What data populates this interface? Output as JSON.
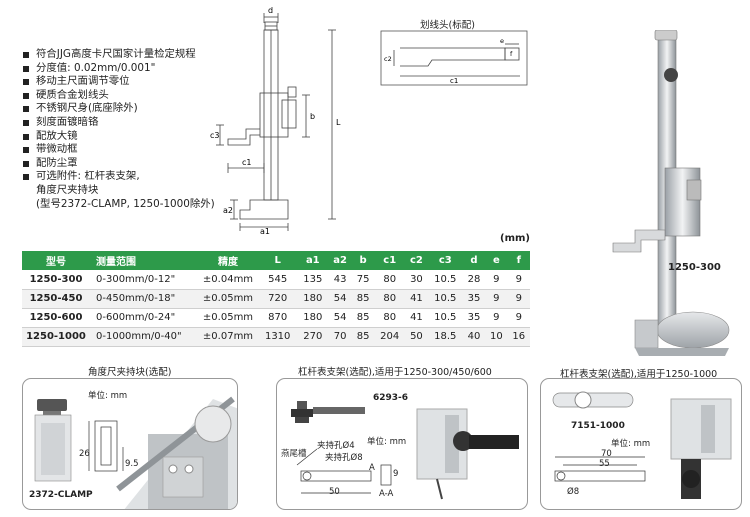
{
  "features": [
    "符合JJG高度卡尺国家计量检定规程",
    "分度值: 0.02mm/0.001\"",
    "移动主尺面调节零位",
    "硬质合金划线头",
    "不锈钢尺身(底座除外)",
    "刻度面镀暗铬",
    "配放大镜",
    "带微动框",
    "配防尘罩",
    "可选附件: 杠杆表支架,"
  ],
  "features_cont": [
    "角度尺夹持块",
    "(型号2372-CLAMP, 1250-1000除外)"
  ],
  "scriber_title": "划线头(标配)",
  "dims": {
    "d": "d",
    "L": "L",
    "b": "b",
    "c1": "c1",
    "c2": "c2",
    "c3": "c3",
    "a1": "a1",
    "a2": "a2",
    "e": "e",
    "f": "f"
  },
  "product_label": "1250-300",
  "table_unit": "(mm)",
  "table": {
    "headers": [
      "型号",
      "测量范围",
      "精度",
      "L",
      "a1",
      "a2",
      "b",
      "c1",
      "c2",
      "c3",
      "d",
      "e",
      "f"
    ],
    "rows": [
      [
        "1250-300",
        "0-300mm/0-12\"",
        "±0.04mm",
        "545",
        "135",
        "43",
        "75",
        "80",
        "30",
        "10.5",
        "28",
        "9",
        "9"
      ],
      [
        "1250-450",
        "0-450mm/0-18\"",
        "±0.05mm",
        "720",
        "180",
        "54",
        "85",
        "80",
        "41",
        "10.5",
        "35",
        "9",
        "9"
      ],
      [
        "1250-600",
        "0-600mm/0-24\"",
        "±0.05mm",
        "870",
        "180",
        "54",
        "85",
        "80",
        "41",
        "10.5",
        "35",
        "9",
        "9"
      ],
      [
        "1250-1000",
        "0-1000mm/0-40\"",
        "±0.07mm",
        "1310",
        "270",
        "70",
        "85",
        "204",
        "50",
        "18.5",
        "40",
        "10",
        "16"
      ]
    ]
  },
  "clamp_panel": {
    "title": "角度尺夹持块(选配)",
    "unit": "单位: mm",
    "dim1": "26",
    "dim2": "9.5",
    "model": "2372-CLAMP"
  },
  "bracket_panel": {
    "title": "杠杆表支架(选配),适用于1250-300/450/600",
    "model": "6293-6",
    "unit": "单位: mm",
    "groove": "燕尾槽",
    "hole1": "夹持孔Ø4",
    "hole2": "夹持孔Ø8",
    "d50": "50",
    "d9": "9",
    "sect": "A-A",
    "a": "A"
  },
  "bracket2_panel": {
    "title": "杠杆表支架(选配),适用于1250-1000",
    "model": "7151-1000",
    "unit": "单位: mm",
    "d70": "70",
    "d55": "55",
    "d8": "Ø8"
  }
}
